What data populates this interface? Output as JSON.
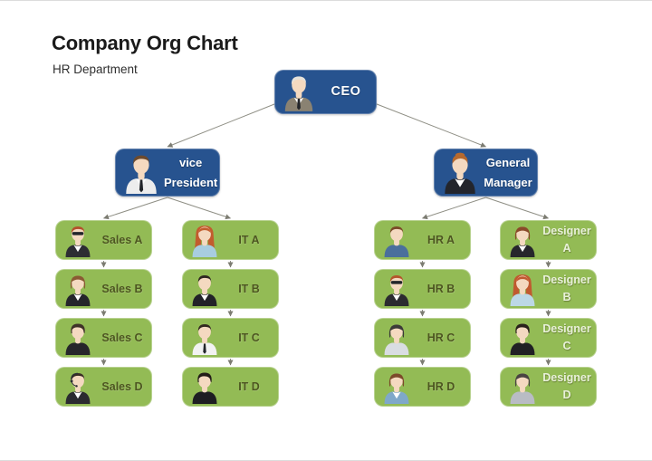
{
  "page": {
    "title": "Company Org Chart",
    "subtitle": "HR Department"
  },
  "colors": {
    "exec_box": "#27538F",
    "team_box": "#93BB55",
    "exec_text": "#FFFFFF",
    "team_text_dark": "#4D5620",
    "team_text_light": "#E9F1DA",
    "connector": "#8F8F85",
    "arrowhead": "#7C7C72",
    "background": "#FFFFFF",
    "skin": "#F4D9C0"
  },
  "org": {
    "root": {
      "id": "ceo",
      "label": "CEO",
      "avatar": {
        "style": "short",
        "hair": "#E7E2DA",
        "top": "#8A8272",
        "shirt": "#FFFFFF",
        "tie": true
      }
    },
    "managers": [
      {
        "id": "vp",
        "lines": [
          "vice",
          "President"
        ],
        "avatar": {
          "style": "short",
          "hair": "#6B4A2F",
          "top": "#EDEDED",
          "shirt": "#FFFFFF",
          "tie": true
        }
      },
      {
        "id": "gm",
        "lines": [
          "General",
          "Manager"
        ],
        "avatar": {
          "style": "updo",
          "hair": "#B5692E",
          "top": "#23252C",
          "shirt": "#FFFFFF"
        }
      }
    ],
    "teams": [
      {
        "id": "sales",
        "manager": "vp",
        "label_style": "dark",
        "members": [
          {
            "id": "sales-a",
            "label": "Sales A",
            "avatar": {
              "style": "short",
              "hair": "#B4502C",
              "top": "#2D2D33",
              "shirt": "#FFFFFF",
              "glasses": true
            }
          },
          {
            "id": "sales-b",
            "label": "Sales B",
            "avatar": {
              "style": "bob",
              "hair": "#8A5A33",
              "top": "#25252B",
              "shirt": "#FFFFFF"
            }
          },
          {
            "id": "sales-c",
            "label": "Sales C",
            "avatar": {
              "style": "messy",
              "hair": "#3F3228",
              "top": "#26262A"
            }
          },
          {
            "id": "sales-d",
            "label": "Sales D",
            "avatar": {
              "style": "short",
              "hair": "#3A2D24",
              "top": "#2B2B30",
              "shirt": "#FFFFFF",
              "headset": true
            }
          }
        ]
      },
      {
        "id": "it",
        "manager": "vp",
        "label_style": "dark",
        "members": [
          {
            "id": "it-a",
            "label": "IT A",
            "avatar": {
              "style": "long",
              "hair": "#C25C2E",
              "top": "#A8CDE0"
            }
          },
          {
            "id": "it-b",
            "label": "IT B",
            "avatar": {
              "style": "short",
              "hair": "#2E2620",
              "top": "#222228",
              "shirt": "#FFFFFF"
            }
          },
          {
            "id": "it-c",
            "label": "IT C",
            "avatar": {
              "style": "short",
              "hair": "#33291F",
              "top": "#F2F2F2",
              "tie": true
            }
          },
          {
            "id": "it-d",
            "label": "IT D",
            "avatar": {
              "style": "spiky",
              "hair": "#231D18",
              "top": "#1E1E22"
            }
          }
        ]
      },
      {
        "id": "hr",
        "manager": "gm",
        "label_style": "dark",
        "members": [
          {
            "id": "hr-a",
            "label": "HR A",
            "avatar": {
              "style": "short",
              "hair": "#7A4A28",
              "top": "#4A6F9C"
            }
          },
          {
            "id": "hr-b",
            "label": "HR B",
            "avatar": {
              "style": "short",
              "hair": "#B5552B",
              "top": "#2B2B30",
              "shirt": "#FFFFFF",
              "glasses": true
            }
          },
          {
            "id": "hr-c",
            "label": "HR C",
            "avatar": {
              "style": "bob",
              "hair": "#3C3A38",
              "top": "#D9DDE2"
            }
          },
          {
            "id": "hr-d",
            "label": "HR D",
            "avatar": {
              "style": "bob",
              "hair": "#7C4A2A",
              "top": "#7FA8C9",
              "shirt": "#FFFFFF"
            }
          }
        ]
      },
      {
        "id": "designer",
        "manager": "gm",
        "label_style": "light",
        "members": [
          {
            "id": "designer-a",
            "lines": [
              "Designer",
              "A"
            ],
            "avatar": {
              "style": "bob",
              "hair": "#8A4A2A",
              "top": "#26262C",
              "shirt": "#FFFFFF"
            }
          },
          {
            "id": "designer-b",
            "lines": [
              "Designer",
              "B"
            ],
            "avatar": {
              "style": "long",
              "hair": "#C05A30",
              "top": "#BCD8E6"
            }
          },
          {
            "id": "designer-c",
            "lines": [
              "Designer",
              "C"
            ],
            "avatar": {
              "style": "messy",
              "hair": "#2A221C",
              "top": "#202024"
            }
          },
          {
            "id": "designer-d",
            "lines": [
              "Designer",
              "D"
            ],
            "avatar": {
              "style": "bob",
              "hair": "#4A4442",
              "top": "#B9BCC4"
            }
          }
        ]
      }
    ]
  }
}
